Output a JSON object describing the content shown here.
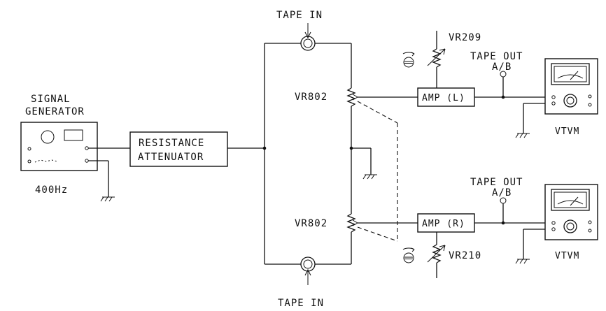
{
  "diagram": {
    "tape_in_top": "TAPE IN",
    "tape_in_bottom": "TAPE IN",
    "vr209": "VR209",
    "vr210": "VR210",
    "tape_out_top": "TAPE OUT",
    "ab_top": "A/B",
    "tape_out_bottom": "TAPE OUT",
    "ab_bottom": "A/B",
    "signal_generator_line1": "SIGNAL",
    "signal_generator_line2": "GENERATOR",
    "frequency": "400Hz",
    "attenuator_line1": "RESISTANCE",
    "attenuator_line2": "ATTENUATOR",
    "vr802_top": "VR802",
    "vr802_bottom": "VR802",
    "amp_left": "AMP (L)",
    "amp_right": "AMP (R)",
    "vtvm_top": "VTVM",
    "vtvm_bottom": "VTVM"
  },
  "icons": [
    "ground-icon",
    "jack-icon",
    "potentiometer-icon",
    "adjustment-screwdriver-icon",
    "meter-icon"
  ]
}
